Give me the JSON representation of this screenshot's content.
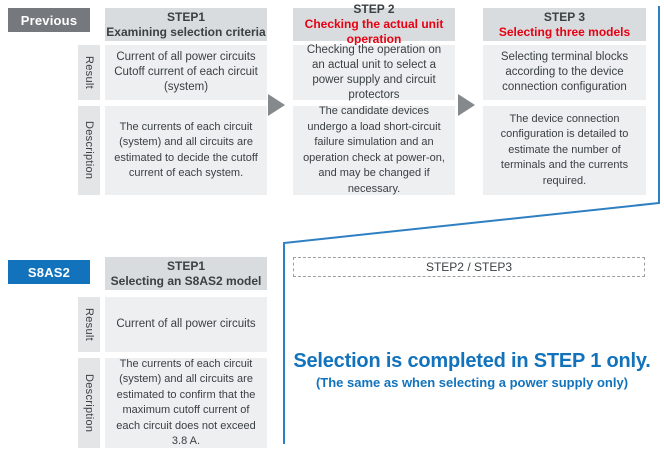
{
  "previous": {
    "badge": "Previous",
    "result_label": "Result",
    "description_label": "Description",
    "steps": [
      {
        "title": "STEP1",
        "subtitle": "Examining selection criteria",
        "result": "Current of all power circuits\nCutoff current of each circuit (system)",
        "description": "The currents of each circuit (system) and all circuits are estimated to decide the cutoff current of each system."
      },
      {
        "title": "STEP 2",
        "subtitle": "Checking the actual unit operation",
        "result": "Checking the operation on an actual unit to select a power supply and circuit protectors",
        "description": "The candidate devices undergo a load short-circuit failure simulation and an operation check at power-on, and may be changed if necessary."
      },
      {
        "title": "STEP 3",
        "subtitle": "Selecting three models",
        "result": "Selecting terminal blocks according to the device connection configuration",
        "description": "The device connection configuration is detailed to estimate the number of terminals and the currents required."
      }
    ]
  },
  "s8as2": {
    "badge": "S8AS2",
    "result_label": "Result",
    "description_label": "Description",
    "step": {
      "title": "STEP1",
      "subtitle": "Selecting an S8AS2 model",
      "result": "Current of all power circuits",
      "description": "The currents of each circuit (system) and all circuits are estimated to confirm that the maximum cutoff current of each circuit does not exceed 3.8 A."
    },
    "merged_steps_label": "STEP2 / STEP3",
    "headline": "Selection is completed in STEP 1 only.",
    "subheadline": "(The same as when selecting a power supply only)"
  },
  "colors": {
    "accent_blue": "#1273bc",
    "alert_red": "#e60012",
    "badge_gray": "#75797d",
    "header_gray": "#d9dcde",
    "box_gray": "#edeff0"
  }
}
